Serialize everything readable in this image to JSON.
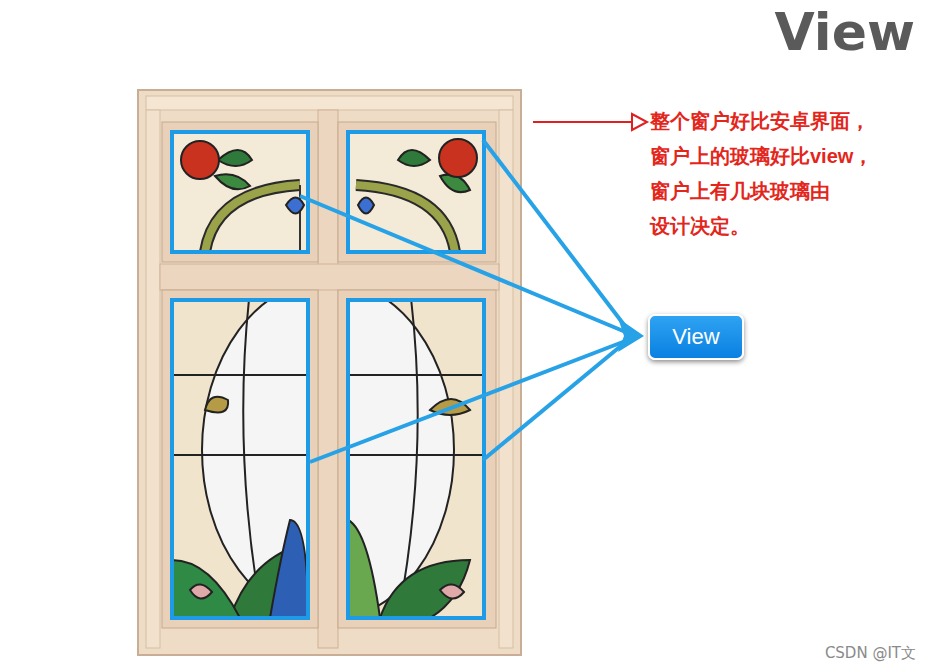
{
  "diagram": {
    "title": "View",
    "nodes": [
      {
        "text": [
          "View"
        ]
      }
    ],
    "labels": [
      "整个窗户好比安卓界面， 窗户上的玻璃好比view， 窗户上有几块玻璃由 设计决定。",
      "CSDN @IT文"
    ]
  }
}
